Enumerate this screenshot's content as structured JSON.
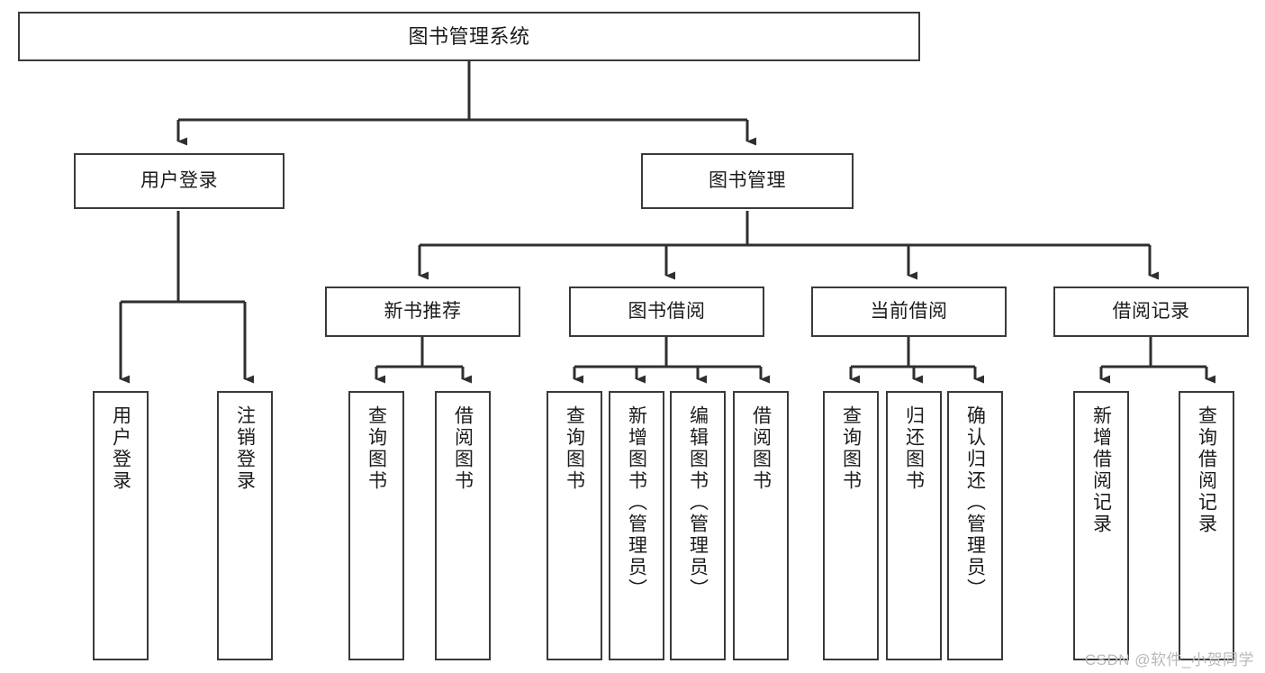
{
  "diagram": {
    "type": "tree-hierarchy",
    "title": "图书管理系统",
    "watermark": "CSDN @软件_小贺同学",
    "colors": {
      "background": "#ffffff",
      "box_border": "#3a3a3a",
      "connector": "#2f2f2f",
      "text": "#1b1b1b",
      "watermark": "#b9b9b9"
    },
    "root": {
      "id": "root",
      "label": "图书管理系统"
    },
    "level2": [
      {
        "id": "user-login",
        "label": "用户登录"
      },
      {
        "id": "book-management",
        "label": "图书管理"
      }
    ],
    "level3": [
      {
        "id": "new-book-recommend",
        "label": "新书推荐",
        "parent": "book-management"
      },
      {
        "id": "book-borrow",
        "label": "图书借阅",
        "parent": "book-management"
      },
      {
        "id": "current-borrow",
        "label": "当前借阅",
        "parent": "book-management"
      },
      {
        "id": "borrow-record",
        "label": "借阅记录",
        "parent": "book-management"
      }
    ],
    "leaves": {
      "user_login": [
        {
          "id": "leaf-user-login",
          "label": "用户登录"
        },
        {
          "id": "leaf-user-logout",
          "label": "注销登录"
        }
      ],
      "new_book_recommend": [
        {
          "id": "leaf-query-book-1",
          "label": "查询图书"
        },
        {
          "id": "leaf-borrow-book-1",
          "label": "借阅图书"
        }
      ],
      "book_borrow": [
        {
          "id": "leaf-query-book-2",
          "label": "查询图书"
        },
        {
          "id": "leaf-add-book",
          "label": "新增图书（管理员）"
        },
        {
          "id": "leaf-edit-book",
          "label": "编辑图书（管理员）"
        },
        {
          "id": "leaf-borrow-book-2",
          "label": "借阅图书"
        }
      ],
      "current_borrow": [
        {
          "id": "leaf-query-book-3",
          "label": "查询图书"
        },
        {
          "id": "leaf-return-book",
          "label": "归还图书"
        },
        {
          "id": "leaf-confirm-return",
          "label": "确认归还（管理员）"
        }
      ],
      "borrow_record": [
        {
          "id": "leaf-add-record",
          "label": "新增借阅记录"
        },
        {
          "id": "leaf-query-record",
          "label": "查询借阅记录"
        }
      ]
    }
  }
}
